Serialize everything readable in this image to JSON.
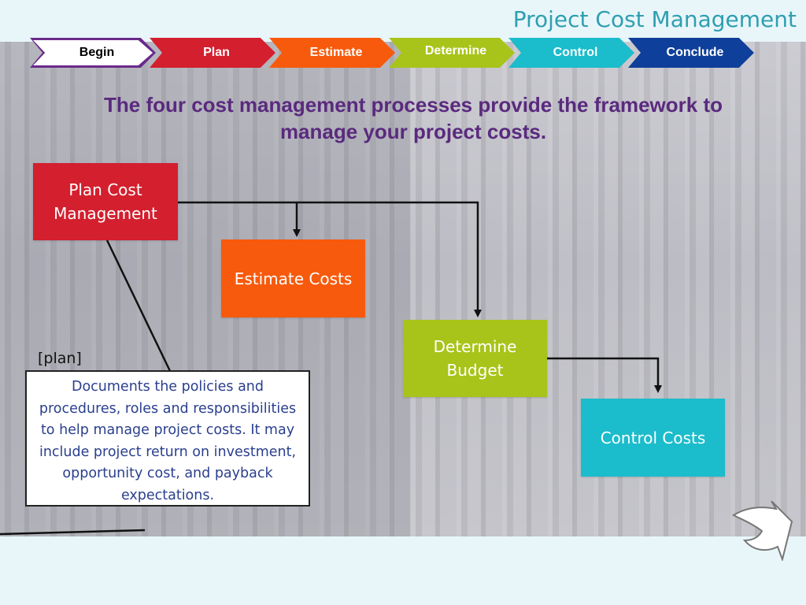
{
  "header": {
    "title": "Project Cost Management"
  },
  "nav": {
    "items": [
      {
        "label": "Begin",
        "color": "#ffffff"
      },
      {
        "label": "Plan",
        "color": "#d31f2e"
      },
      {
        "label": "Estimate",
        "color": "#f75a0c"
      },
      {
        "label": "Determine",
        "color": "#a8c41a"
      },
      {
        "label": "Control",
        "color": "#1bbccb"
      },
      {
        "label": "Conclude",
        "color": "#0e3f9a"
      }
    ]
  },
  "headline": "The four cost management processes provide the framework to manage your project costs.",
  "diagram": {
    "plan": "Plan Cost Management",
    "estimate": "Estimate Costs",
    "determine": "Determine Budget",
    "control": "Control Costs"
  },
  "callout": {
    "tag": "[plan]",
    "text": "Documents the policies and procedures, roles and responsibilities to help manage project costs. It may include project return on investment, opportunity cost, and payback expectations."
  },
  "next_button": {
    "icon": "next-arrow-icon"
  }
}
